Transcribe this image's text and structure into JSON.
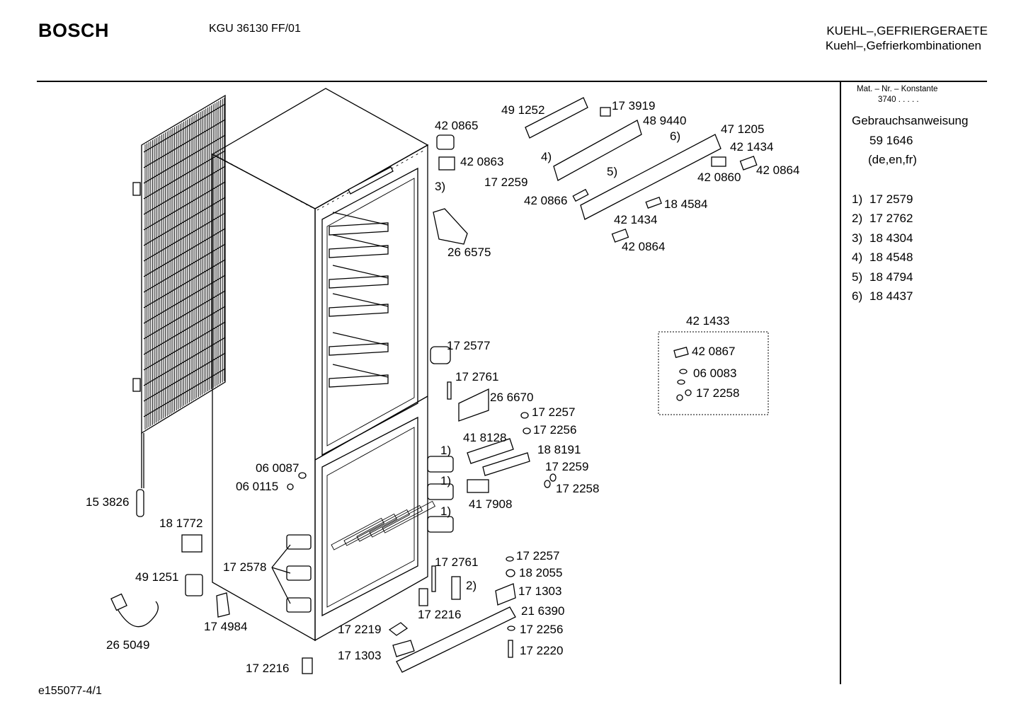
{
  "header": {
    "brand": "BOSCH",
    "model": "KGU 36130 FF/01",
    "category_upper": "KUEHL–,GEFRIERGERAETE",
    "category_lower": "Kuehl–,Gefrierkombinationen"
  },
  "sidebar": {
    "mat_label": "Mat. – Nr. – Konstante",
    "mat_value": "3740 .  .  .  .  .",
    "manual_title": "Gebrauchsanweisung",
    "manual_number": "59 1646",
    "manual_langs": "(de,en,fr)",
    "notes": [
      {
        "key": "1)",
        "value": "17 2579"
      },
      {
        "key": "2)",
        "value": "17 2762"
      },
      {
        "key": "3)",
        "value": "18 4304"
      },
      {
        "key": "4)",
        "value": "18 4548"
      },
      {
        "key": "5)",
        "value": "18 4794"
      },
      {
        "key": "6)",
        "value": "18 4437"
      }
    ]
  },
  "kit": {
    "title": "42 1433",
    "items": [
      "42 0867",
      "06 0083",
      "17 2258"
    ]
  },
  "parts": [
    "49 1252",
    "17 3919",
    "48 9440",
    "47 1205",
    "42 1434",
    "42 0860",
    "42 0864",
    "42 0865",
    "42 0863",
    "17 2259",
    "42 0866",
    "18 4584",
    "42 1434",
    "42 0864",
    "26 6575",
    "17 2577",
    "17 2761",
    "26 6670",
    "17 2257",
    "17 2256",
    "41 8128",
    "18 8191",
    "17 2259",
    "17 2258",
    "41 7908",
    "06 0087",
    "06 0115",
    "15 3826",
    "18 1772",
    "49 1251",
    "17 2578",
    "26 5049",
    "17 4984",
    "17 2761",
    "17 2257",
    "18 2055",
    "17 1303",
    "21 6390",
    "17 2256",
    "17 2220",
    "17 2216",
    "17 2219",
    "17 1303",
    "17 2216"
  ],
  "callouts": [
    "4)",
    "6)",
    "5)",
    "3)",
    "1)",
    "1)",
    "1)",
    "2)"
  ],
  "footer": "e155077-4/1"
}
